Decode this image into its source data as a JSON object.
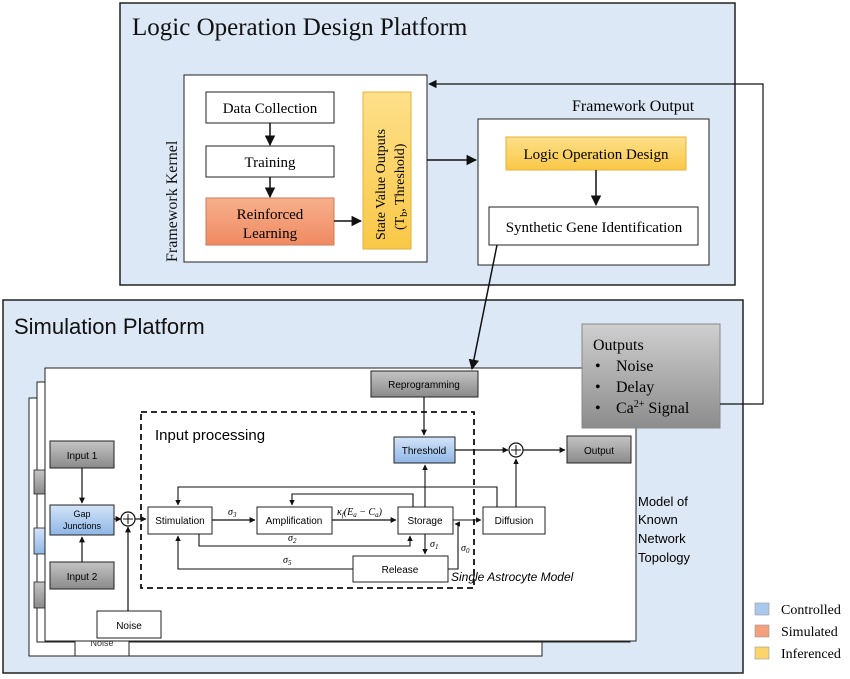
{
  "logic_platform": {
    "title": "Logic Operation Design Platform",
    "kernel_label": "Framework Kernel",
    "data_collection": "Data  Collection",
    "training": "Training",
    "reinforced_line1": "Reinforced",
    "reinforced_line2": "Learning",
    "state_value_line1": "State Value Outputs",
    "state_value_line2": "(T",
    "state_value_sub": "b",
    "state_value_line2b": ", Threshold)",
    "framework_output_label": "Framework Output",
    "logic_op_design": "Logic Operation Design",
    "synthetic_gene": "Synthetic Gene Identification"
  },
  "outputs_box": {
    "title": "Outputs",
    "items": [
      "Noise",
      "Delay"
    ],
    "ca_base": "Ca",
    "ca_sup": "2+",
    "ca_suffix": " Signal",
    "bullet": "•"
  },
  "simulation_platform": {
    "title": "Simulation Platform",
    "reprogramming": "Reprogramming",
    "input_processing": "Input processing",
    "threshold": "Threshold",
    "output": "Output",
    "input1": "Input 1",
    "gap_line1": "Gap",
    "gap_line2": "Junctions",
    "input2": "Input 2",
    "noise": "Noise",
    "noise_back": "Noise",
    "stimulation": "Stimulation",
    "amplification": "Amplification",
    "storage": "Storage",
    "diffusion": "Diffusion",
    "release": "Release",
    "single_astrocyte": "Single Astrocyte Model",
    "model_label_lines": [
      "Model of",
      "Known",
      "Network",
      "Topology"
    ],
    "sigma": "σ",
    "sigma_subs": [
      "3",
      "2",
      "5",
      "1",
      "0"
    ],
    "kappa": "κ",
    "kappa_sub": "f",
    "kappa_expr_a": "(E",
    "kappa_expr_a_sub": "a",
    "kappa_expr_b": " − C",
    "kappa_expr_b_sub": "a",
    "kappa_expr_c": ")"
  },
  "legend": {
    "items": [
      {
        "label": "Controlled",
        "color": "#a9c8ee"
      },
      {
        "label": "Simulated",
        "color": "#f4a07c"
      },
      {
        "label": "Inferenced",
        "color": "#fbd56a"
      }
    ]
  },
  "colors": {
    "platform_bg": "#dce8f5",
    "controlled": "#a9c8ee",
    "simulated": "#f4a07c",
    "inferenced": "#fbd56a",
    "gray_box": "#a0a0a0"
  }
}
